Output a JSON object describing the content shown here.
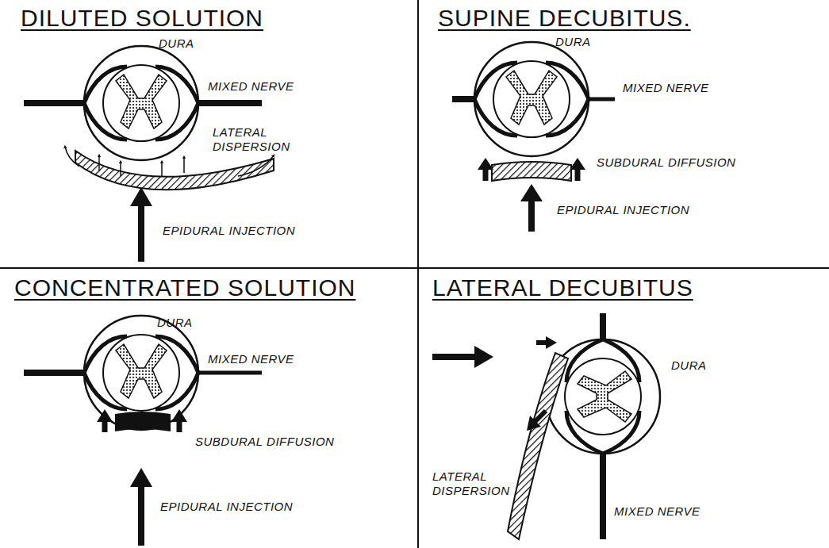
{
  "diagram": {
    "labels": [
      "DILUTED SOLUTION",
      "DURA",
      "MIXED NERVE",
      "LATERAL DISPERSION",
      "EPIDURAL INJECTION",
      "SUPINE DECUBITUS.",
      "DURA",
      "MIXED NERVE",
      "SUBDURAL DIFFUSION",
      "EPIDURAL INJECTION",
      "CONCENTRATED SOLUTION",
      "DURA",
      "MIXED NERVE",
      "SUBDURAL DIFFUSION",
      "EPIDURAL INJECTION",
      "LATERAL DECUBITUS",
      "DURA",
      "LATERAL DISPERSION",
      "MIXED NERVE"
    ]
  }
}
